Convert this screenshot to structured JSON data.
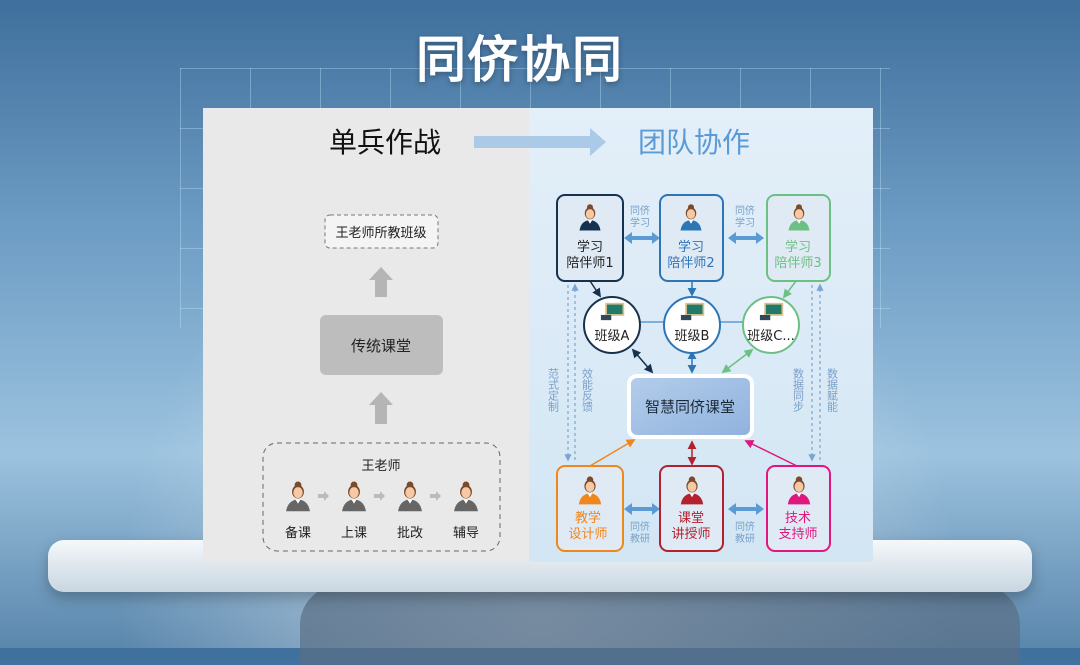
{
  "title": "同侪协同",
  "left": {
    "heading": "单兵作战",
    "classes_box": "王老师所教班级",
    "traditional_class": "传统课堂",
    "teacher": "王老师",
    "tasks": [
      "备课",
      "上课",
      "批改",
      "辅导"
    ]
  },
  "right": {
    "heading": "团队协作",
    "companions": [
      {
        "line1": "学习",
        "line2": "陪伴师1",
        "color": "#17324f"
      },
      {
        "line1": "学习",
        "line2": "陪伴师2",
        "color": "#2e75b6"
      },
      {
        "line1": "学习",
        "line2": "陪伴师3",
        "color": "#6cc083"
      }
    ],
    "classes": [
      "班级A",
      "班级B",
      "班级C..."
    ],
    "center": "智慧同侪课堂",
    "roles": [
      {
        "line1": "教学",
        "line2": "设计师",
        "color": "#f0871c"
      },
      {
        "line1": "课堂",
        "line2": "讲授师",
        "color": "#b3212f"
      },
      {
        "line1": "技术",
        "line2": "支持师",
        "color": "#e0177f"
      }
    ],
    "peer_learning": [
      "同侪",
      "学习"
    ],
    "peer_research": [
      "同侪",
      "教研"
    ],
    "side_labels": [
      "范式定制",
      "效能反馈",
      "数据同步",
      "数据赋能"
    ]
  }
}
